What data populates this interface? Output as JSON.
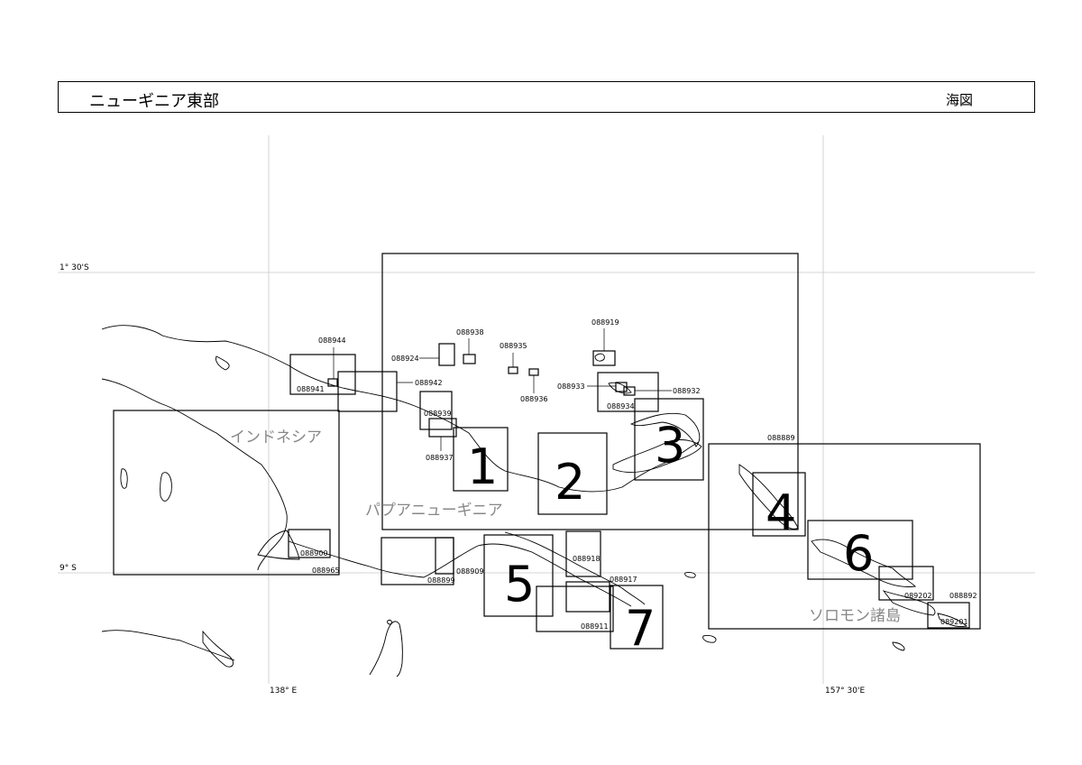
{
  "header": {
    "title": "ニューギニア東部",
    "doc_type": "海図"
  },
  "grid_labels": {
    "lat_1": "1° 30'S",
    "lat_2": "9° S",
    "lon_1": "138° E",
    "lon_2": "157° 30'E"
  },
  "regions": {
    "indonesia": "インドネシア",
    "png": "パプアニューギニア",
    "solomon": "ソロモン諸島"
  },
  "chart_numbers": [
    "088944",
    "088941",
    "088942",
    "088938",
    "088924",
    "088935",
    "088936",
    "088919",
    "088933",
    "088932",
    "088934",
    "088939",
    "088937",
    "088889",
    "088900",
    "088965",
    "088899",
    "088909",
    "088918",
    "088917",
    "088911",
    "089202",
    "088892",
    "089201"
  ],
  "sheet_numbers": [
    "1",
    "2",
    "3",
    "4",
    "5",
    "6",
    "7"
  ]
}
